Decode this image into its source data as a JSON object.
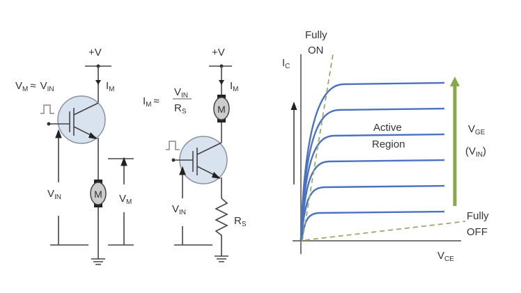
{
  "circuit1": {
    "supply": "+V",
    "current": {
      "main": "I",
      "sub": "M"
    },
    "relation": {
      "lhs_main": "V",
      "lhs_sub": "M",
      "approx": "≈",
      "rhs_main": "V",
      "rhs_sub": "IN"
    },
    "input_voltage": {
      "main": "V",
      "sub": "IN"
    },
    "motor_voltage": {
      "main": "V",
      "sub": "M"
    },
    "motor": "M"
  },
  "circuit2": {
    "supply": "+V",
    "current": {
      "main": "I",
      "sub": "M"
    },
    "relation": {
      "lhs_main": "I",
      "lhs_sub": "M",
      "approx": "≈",
      "num_main": "V",
      "num_sub": "IN",
      "den_main": "R",
      "den_sub": "S"
    },
    "input_voltage": {
      "main": "V",
      "sub": "IN"
    },
    "resistor": {
      "main": "R",
      "sub": "S"
    },
    "motor": "M"
  },
  "graph": {
    "y_axis": {
      "main": "I",
      "sub": "C"
    },
    "x_axis": {
      "main": "V",
      "sub": "CE"
    },
    "fully_on": [
      "Fully",
      "ON"
    ],
    "fully_off": [
      "Fully",
      "OFF"
    ],
    "active_region": [
      "Active",
      "Region"
    ],
    "vge": {
      "main": "V",
      "sub": "GE",
      "paren_main": "(V",
      "paren_sub": "IN",
      "paren_close": ")"
    },
    "curve_levels": [
      1,
      2,
      3,
      4,
      5,
      6
    ],
    "colors": {
      "curve": "#4a72c0",
      "dashed": "#9aaa6a",
      "arrow": "#86a94a"
    }
  }
}
